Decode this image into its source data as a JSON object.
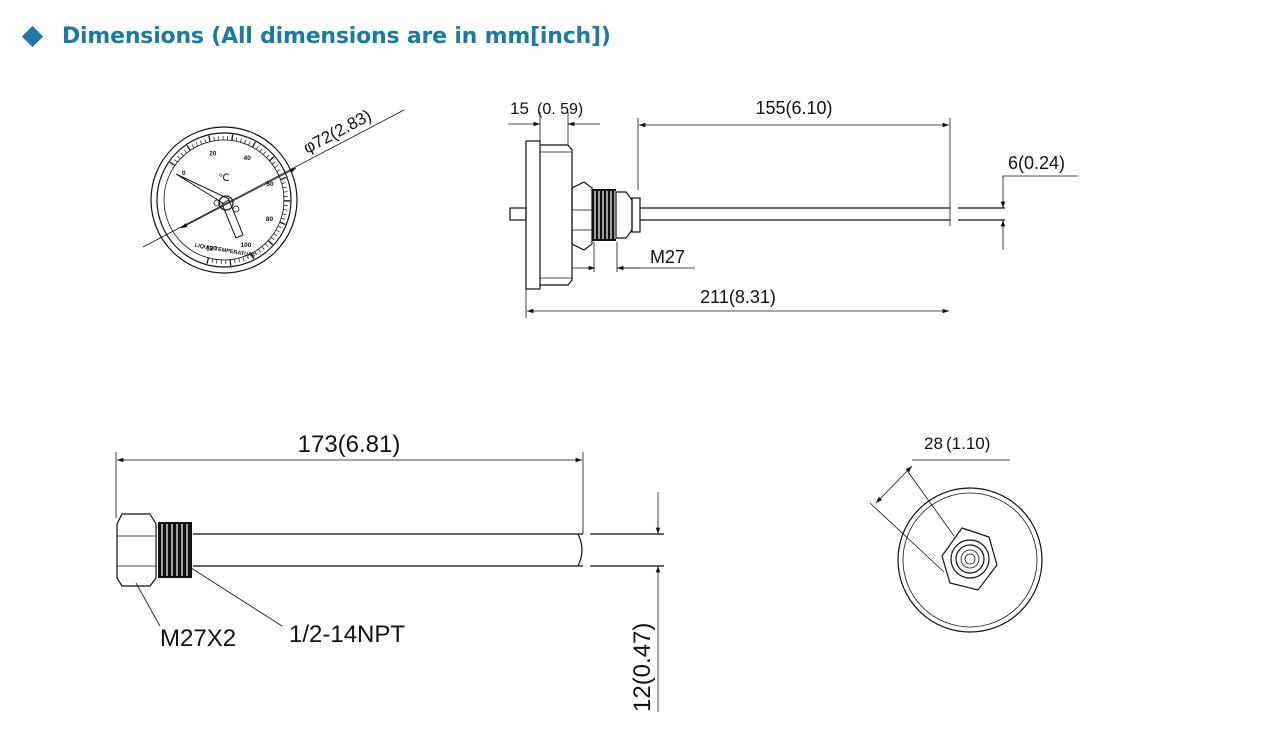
{
  "header": {
    "title": "Dimensions (All dimensions are in mm[inch])",
    "accent_color": "#1c7aa0",
    "icon": "diamond-bullet-icon"
  },
  "gauge_face": {
    "diameter_label": "φ72(2.83)",
    "unit": "℃",
    "ticks": [
      "0",
      "20",
      "40",
      "60",
      "80",
      "100",
      "120"
    ],
    "brand_text": "LIQUID TEMPERATURE"
  },
  "side_view": {
    "case_width": "15",
    "case_width_inch": "(0. 59)",
    "stem_length": "155(6.10)",
    "stem_dia": "6(0.24)",
    "thread": "M27",
    "overall": "211(8.31)"
  },
  "thermowell": {
    "length": "173(6.81)",
    "hex": "M27X2",
    "npt": "1/2-14NPT",
    "dia": "12(0.47)"
  },
  "back_view": {
    "width": "28",
    "width_inch": "(1.10)"
  }
}
